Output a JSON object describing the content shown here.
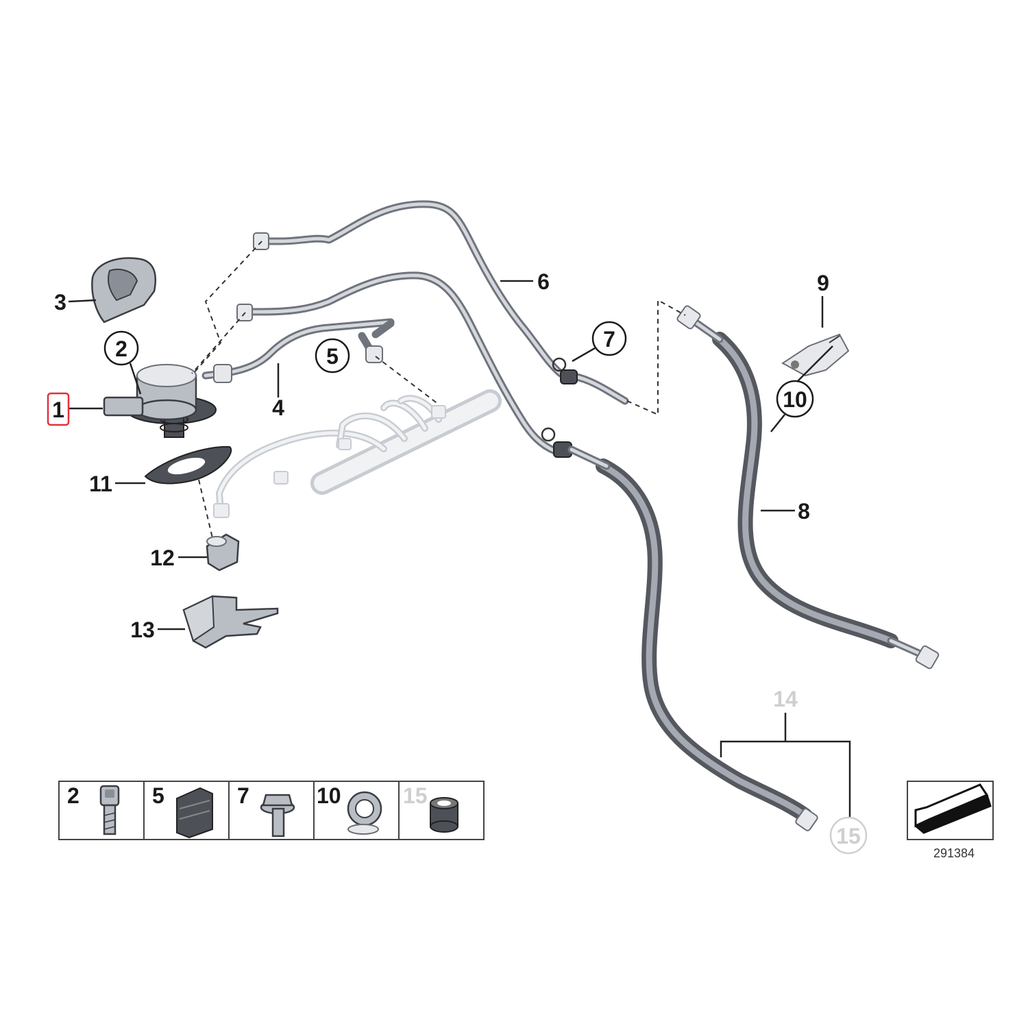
{
  "callouts": {
    "c1": "1",
    "c2": "2",
    "c3": "3",
    "c4": "4",
    "c5": "5",
    "c6": "6",
    "c7": "7",
    "c8": "8",
    "c9": "9",
    "c10": "10",
    "c11": "11",
    "c12": "12",
    "c13": "13",
    "c14": "14",
    "c15": "15"
  },
  "highlighted_callout": "1",
  "highlight_color": "#e5303b",
  "inactive_label_color": "#cfcfcf",
  "parts_table": {
    "cells": [
      {
        "label": "2",
        "icon": "bolt-icon"
      },
      {
        "label": "5",
        "icon": "grommet-icon"
      },
      {
        "label": "7",
        "icon": "flange-bolt-icon"
      },
      {
        "label": "10",
        "icon": "clamp-icon"
      },
      {
        "label": "15",
        "icon": "sealing-ring-icon"
      }
    ]
  },
  "diagram_number": "291384",
  "direction_icon": "front-direction-arrow-icon"
}
